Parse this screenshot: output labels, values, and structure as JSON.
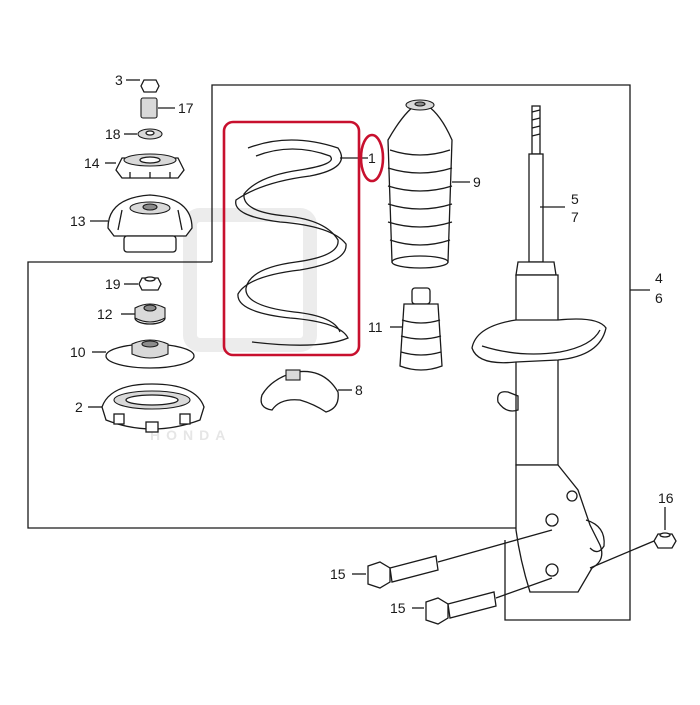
{
  "watermark": "HONDA",
  "highlight_color": "#c8102e",
  "callouts": {
    "p1": "1",
    "p2": "2",
    "p3": "3",
    "p4": "4",
    "p5": "5",
    "p6": "6",
    "p7": "7",
    "p8": "8",
    "p9": "9",
    "p10": "10",
    "p11": "11",
    "p12": "12",
    "p13": "13",
    "p14": "14",
    "p15a": "15",
    "p15b": "15",
    "p16": "16",
    "p17": "17",
    "p18": "18",
    "p19": "19"
  }
}
